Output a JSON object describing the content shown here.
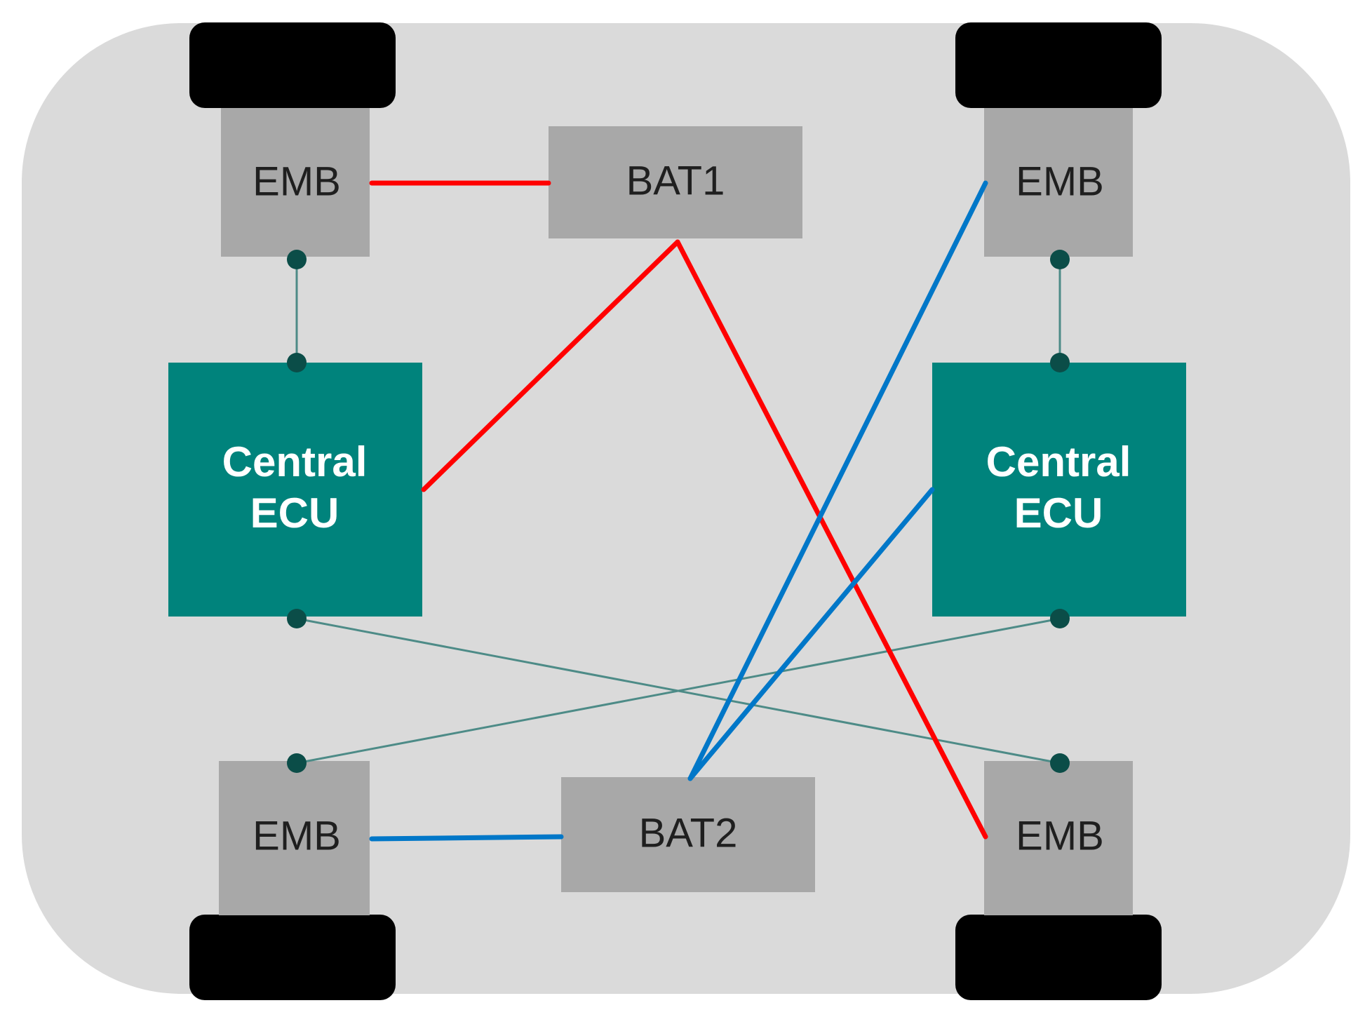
{
  "colors": {
    "chassis": "#dadada",
    "wheel": "#000000",
    "module": "#a8a8a8",
    "ecu": "#00837c",
    "signal_line": "#4d8b87",
    "connector_dot": "#0b4d48",
    "power_bat1": "#ff0000",
    "power_bat2": "#0077c8"
  },
  "nodes": {
    "emb_front_left": {
      "label": "EMB"
    },
    "emb_front_right": {
      "label": "EMB"
    },
    "emb_rear_left": {
      "label": "EMB"
    },
    "emb_rear_right": {
      "label": "EMB"
    },
    "bat1": {
      "label": "BAT1"
    },
    "bat2": {
      "label": "BAT2"
    },
    "ecu_left": {
      "line1": "Central",
      "line2": "ECU"
    },
    "ecu_right": {
      "line1": "Central",
      "line2": "ECU"
    }
  },
  "connections": [
    {
      "from": "bat1",
      "to": "emb_front_left",
      "type": "power",
      "color": "#ff0000"
    },
    {
      "from": "bat1",
      "to": "ecu_left",
      "type": "power",
      "color": "#ff0000"
    },
    {
      "from": "bat1",
      "to": "emb_rear_right",
      "type": "power",
      "color": "#ff0000"
    },
    {
      "from": "bat2",
      "to": "emb_rear_left",
      "type": "power",
      "color": "#0077c8"
    },
    {
      "from": "bat2",
      "to": "emb_front_right",
      "type": "power",
      "color": "#0077c8"
    },
    {
      "from": "bat2",
      "to": "ecu_right",
      "type": "power",
      "color": "#0077c8"
    },
    {
      "from": "ecu_left",
      "to": "emb_front_left",
      "type": "signal"
    },
    {
      "from": "ecu_right",
      "to": "emb_front_right",
      "type": "signal"
    },
    {
      "from": "ecu_left",
      "to": "emb_rear_right",
      "type": "signal"
    },
    {
      "from": "ecu_right",
      "to": "emb_rear_left",
      "type": "signal"
    }
  ]
}
